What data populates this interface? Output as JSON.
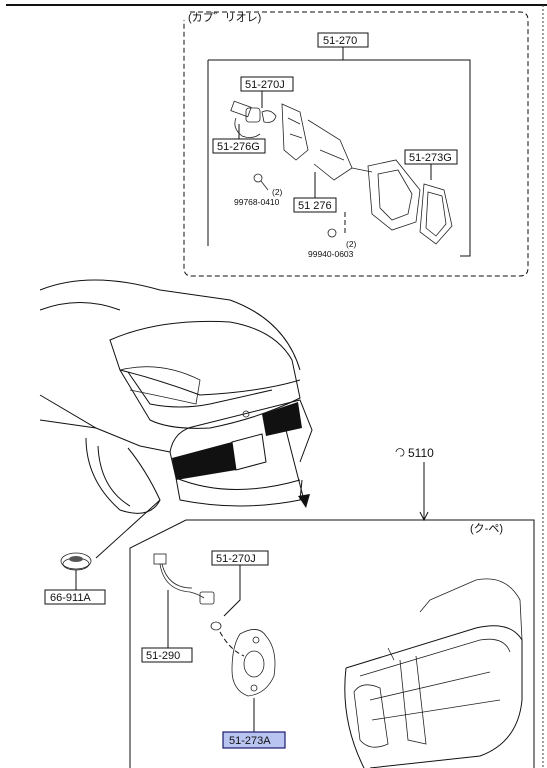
{
  "header_upper": "(カプ゛リオレ)",
  "header_lower": "(ク-ペ)",
  "parts": {
    "p51_270": "51-270",
    "p51_270j_upper": "51-270J",
    "p51_276g": "51-276G",
    "p51_273g": "51-273G",
    "p99768": "99768-0410",
    "qty_1": "(2)",
    "p51_276": "51 276",
    "qty_2": "(2)",
    "p99940": "99940-0603",
    "p5110": "5110",
    "p66_911a": "66-911A",
    "p51_270j_lower": "51-270J",
    "p51_290": "51-290",
    "p51_273a": "51-273A"
  },
  "colors": {
    "highlight_fill": "#b9c4f0",
    "highlight_stroke": "#1a1a6e",
    "ink": "#111111"
  }
}
